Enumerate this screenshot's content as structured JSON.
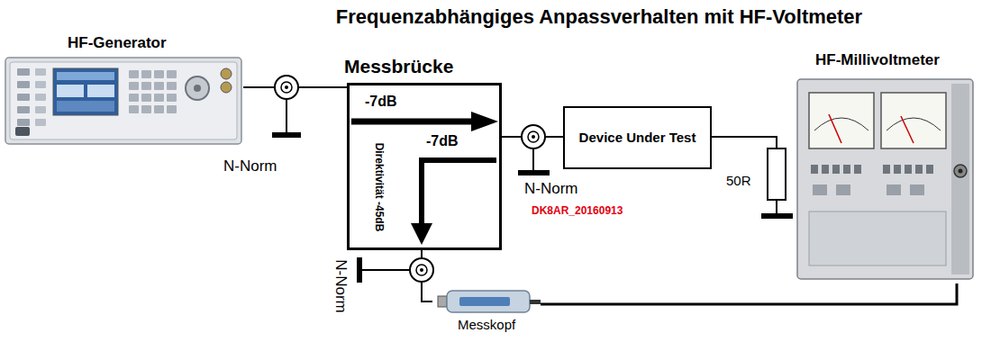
{
  "diagram": {
    "title": "Frequenzabhängiges Anpassverhalten mit HF-Voltmeter",
    "nodes": [
      {
        "text": [
          "HF-Generator"
        ]
      },
      {
        "text": [
          "Messbrücke",
          "-7dB",
          "-7dB",
          "Direktivität -45dB"
        ]
      },
      {
        "text": [
          "Device Under Test"
        ]
      },
      {
        "text": [
          "HF-Millivoltmeter"
        ]
      },
      {
        "text": [
          "Messkopf"
        ]
      }
    ],
    "edges": [
      {
        "from": 0,
        "to": 1,
        "arrow": "none"
      },
      {
        "from": 1,
        "to": 2,
        "arrow": "none"
      },
      {
        "from": 1,
        "to": 4,
        "arrow": "none"
      },
      {
        "from": 4,
        "to": 3,
        "arrow": "none"
      }
    ],
    "labels": [
      "N-Norm",
      "N-Norm",
      "N-Norm",
      "50R",
      "DK8AR_20160913"
    ]
  }
}
